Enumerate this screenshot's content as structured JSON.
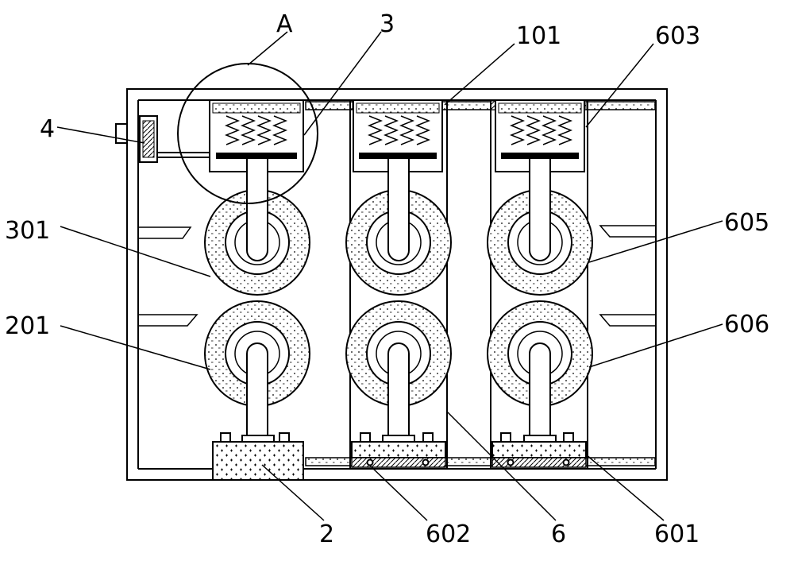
{
  "labels": {
    "A": "A",
    "3": "3",
    "101": "101",
    "603": "603",
    "4": "4",
    "301": "301",
    "605": "605",
    "201": "201",
    "606": "606",
    "2": "2",
    "602": "602",
    "6": "6",
    "601": "601"
  }
}
